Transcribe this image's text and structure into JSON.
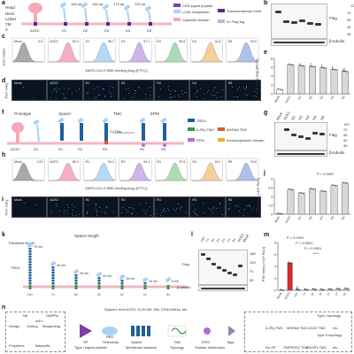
{
  "panel_letters": [
    "a",
    "b",
    "c",
    "d",
    "e",
    "f",
    "g",
    "h",
    "i",
    "j",
    "k",
    "l",
    "m",
    "n"
  ],
  "panel_a": {
    "rows": [
      "Head",
      "Neck",
      "Linker",
      "TM",
      "C"
    ],
    "constructs": [
      "ACE2",
      "D1",
      "D2",
      "D3",
      "D4",
      "D5"
    ],
    "lengths": [
      "166 aa",
      "145 aa",
      "173 aa",
      "132 aa"
    ],
    "legend": [
      {
        "label": "CDS signal peptide",
        "color": "#7b3fa0"
      },
      {
        "label": "LCB1 miniprotein",
        "color": "#a9d2f5"
      },
      {
        "label": "Cytosolic domain",
        "color": "#f6a8b8"
      },
      {
        "label": "Transmembrane motif",
        "color": "#5b2a86"
      },
      {
        "label": "3× Flag tag",
        "color": "#b9b9d8"
      }
    ]
  },
  "panel_b": {
    "label": "Flag",
    "loading": "β-tubulin",
    "kda": [
      "100",
      "70",
      "55",
      "40",
      "35"
    ]
  },
  "panel_c": {
    "ylabel": "Cell counts",
    "xlabel": "SARS-CoV-2 RBD binding (log₁₀(FITC))",
    "hists": [
      {
        "name": "Mock",
        "pct": "0.5"
      },
      {
        "name": "ACE2",
        "pct": "93.3"
      },
      {
        "name": "D1",
        "pct": "96.7"
      },
      {
        "name": "D2",
        "pct": "97.1"
      },
      {
        "name": "D3",
        "pct": "95.6"
      },
      {
        "name": "D4",
        "pct": "94.2"
      },
      {
        "name": "D5",
        "pct": "93.0"
      }
    ]
  },
  "panel_d": {
    "ylabel": "PSV entry",
    "tiles": [
      "Mock",
      "ACE2",
      "D1",
      "D2",
      "D3",
      "D4",
      "D5"
    ]
  },
  "panel_e": {
    "ylabel": "PSV entry (log₁₀[RLU])",
    "categories": [
      "Mock",
      "ACE2",
      "D1",
      "D2",
      "D3",
      "D4",
      "D5"
    ],
    "values": [
      1.0,
      6.6,
      6.4,
      6.2,
      5.9,
      5.5,
      5.1
    ],
    "sig": [
      "",
      "",
      "**",
      "****",
      "****",
      "****",
      "NS"
    ],
    "ylim": [
      0,
      8
    ]
  },
  "panel_f": {
    "headers": [
      "Prototype",
      "Spacer",
      "TMC",
      "EPM"
    ],
    "tmc_label": "21 TMs",
    "constructs": [
      "ACE2",
      "D1",
      "R1",
      "R2",
      "R3",
      "R4",
      "R5"
    ],
    "legend": [
      {
        "label": "TRD3",
        "color": "#1f5f9a"
      },
      {
        "label": "IL2Rγ TMC",
        "color": "#2e9a4a"
      },
      {
        "label": "MXRA8 TMC",
        "color": "#e0572a"
      },
      {
        "label": "EPM",
        "color": "#b46ad6"
      },
      {
        "label": "Immunoglobulin domain",
        "color": "#e3b626"
      }
    ]
  },
  "panel_g": {
    "label": "Flag",
    "loading": "β-tubulin",
    "kda": [
      "100",
      "70",
      "55",
      "40",
      "35"
    ],
    "lanes": [
      "Mock",
      "ACE2",
      "R1",
      "R2",
      "R3",
      "R4",
      "R5"
    ]
  },
  "panel_h": {
    "xlabel": "SARS-CoV-2 RBD binding (log₁₀(FITC))",
    "hists": [
      {
        "name": "Mock",
        "pct": "1.04"
      },
      {
        "name": "ACE2",
        "pct": "98.3"
      },
      {
        "name": "R1",
        "pct": "93.2"
      },
      {
        "name": "R2",
        "pct": "94.1"
      },
      {
        "name": "R3",
        "pct": "97.5"
      },
      {
        "name": "R4",
        "pct": "94.7"
      },
      {
        "name": "R5",
        "pct": "93.8"
      }
    ]
  },
  "panel_i": {
    "ylabel": "PSV entry",
    "tiles": [
      "Mock",
      "ACE2",
      "R1",
      "R2",
      "R3",
      "R4",
      "R5"
    ]
  },
  "panel_j": {
    "ylabel": "PSV entry (×10⁴ RLU)",
    "categories": [
      "Mock",
      "ACE2",
      "R1",
      "R2",
      "R3",
      "R4",
      "R5"
    ],
    "values": [
      0.1,
      4.2,
      3.6,
      4.3,
      3.9,
      4.9,
      5.3
    ],
    "sig_top": "P = 0.0007",
    "ylim": [
      0,
      6
    ]
  },
  "panel_k": {
    "title": "Spacer length",
    "head_label": "Predicted length",
    "label_trd3": "TRD3",
    "lengths": [
      "75 nm",
      "40 nm",
      "25 nm",
      "20 nm",
      "15 nm",
      "10 nm",
      "5 nm"
    ],
    "repeats": [
      "14×",
      "7×",
      "4×",
      "3×",
      "2×",
      "1×",
      "0×"
    ]
  },
  "panel_l": {
    "lanes": [
      "14×",
      "7×",
      "4×",
      "3×",
      "2×",
      "1×",
      "0×",
      "ACE2",
      "Mock"
    ],
    "label": "Flag",
    "loading": "β-tubulin",
    "kda": [
      "180",
      "100",
      "70",
      "55"
    ]
  },
  "panel_m": {
    "ylabel": "PSV entry (×10⁴ RLU)",
    "categories": [
      "Mock",
      "ACE2",
      "14×",
      "7×",
      "4×",
      "3×",
      "2×",
      "1×",
      "0×"
    ],
    "values": [
      0.05,
      4.6,
      0.15,
      0.15,
      0.2,
      0.15,
      0.2,
      0.25,
      0.3
    ],
    "sig": [
      "",
      "",
      "NS",
      "",
      "",
      "",
      "",
      "",
      ""
    ],
    "p_labels": [
      "P = 0.0001",
      "P < 0.0001",
      "P < 0.0001",
      "****"
    ],
    "ylim": [
      0,
      8
    ]
  },
  "panel_n": {
    "caption": "Spacers from ACE2, CLEC4M, Nfs, CEACAM1a, etc.",
    "modules": [
      {
        "title": "SP",
        "sub": "Type I signal peptide"
      },
      {
        "title": "RBD",
        "sub": "Selectivity"
      },
      {
        "title": "Spacer",
        "sub": "Membrane distance"
      },
      {
        "title": "TMC",
        "sub": "Topology"
      },
      {
        "title": "EPM",
        "sub": "Surface distribution"
      },
      {
        "title": "Tags",
        "sub": ""
      }
    ],
    "left_items": [
      "Design",
      "Sorting",
      "Biopanning",
      "Polymeric",
      "Bispecific"
    ],
    "left_tags": [
      "Nb",
      "DARPin",
      "scFv"
    ],
    "right_top": {
      "title": "Type I topology",
      "items": [
        "IL2Rγ TMC",
        "MXRA8 TMC",
        "ACE2 TMC",
        "etc."
      ]
    },
    "right_bottom": {
      "title": "Type II topology",
      "items": [
        "No SP",
        "TMPRSS2 TMC",
        "ASGR1 TMC",
        "etc."
      ]
    }
  }
}
